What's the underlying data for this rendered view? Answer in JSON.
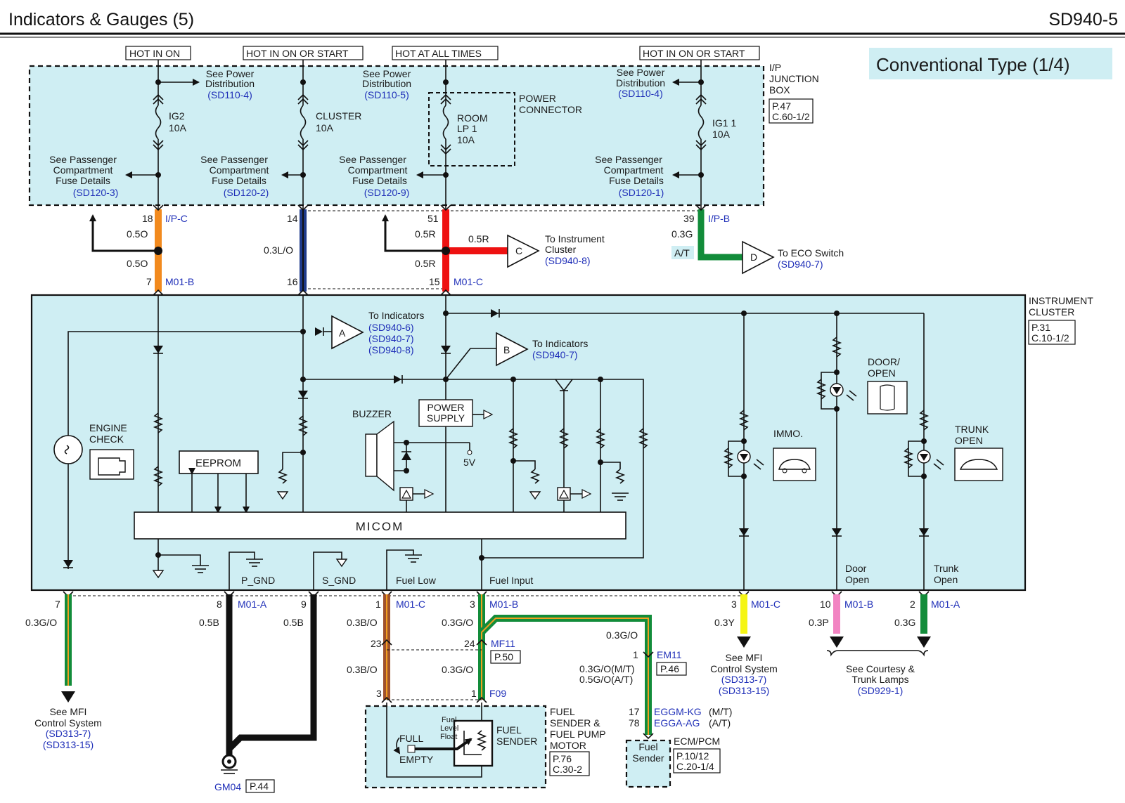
{
  "header": {
    "title": "Indicators & Gauges (5)",
    "code": "SD940-5"
  },
  "type_badge": "Conventional Type (1/4)",
  "power_labels": [
    "HOT IN ON",
    "HOT IN ON OR START",
    "HOT AT ALL TIMES",
    "HOT IN ON OR START"
  ],
  "junction_box": {
    "name_line1": "I/P",
    "name_line2": "JUNCTION",
    "name_line3": "BOX",
    "ref1": "P.47",
    "ref2": "C.60-1/2",
    "power_connector_line1": "POWER",
    "power_connector_line2": "CONNECTOR"
  },
  "see_power": {
    "line1": "See Power",
    "line2": "Distribution",
    "refs": [
      "(SD110-4)",
      "(SD110-5)",
      "(SD110-4)"
    ]
  },
  "see_fuse": {
    "line1": "See Passenger",
    "line2": "Compartment",
    "line3": "Fuse Details",
    "refs": [
      "(SD120-3)",
      "(SD120-2)",
      "(SD120-9)",
      "(SD120-1)"
    ]
  },
  "fuses": [
    {
      "name": "IG2",
      "rating": "10A"
    },
    {
      "name": "CLUSTER",
      "rating": "10A"
    },
    {
      "name_line1": "ROOM",
      "name_line2": "LP 1",
      "rating": "10A"
    },
    {
      "name": "IG1 1",
      "rating": "10A"
    }
  ],
  "top_pins": {
    "p18": "18",
    "ipc": "I/P-C",
    "p14": "14",
    "p51": "51",
    "p39": "39",
    "ipb": "I/P-B",
    "p7": "7",
    "m01b": "M01-B",
    "p16": "16",
    "p15": "15",
    "m01c": "M01-C"
  },
  "wire_labels": {
    "w05o_a": "0.5O",
    "w05o_b": "0.5O",
    "w03lo": "0.3L/O",
    "w05r_a": "0.5R",
    "w05r_b": "0.5R",
    "w05r_c": "0.5R",
    "w03g": "0.3G",
    "at": "A/T"
  },
  "connectors": {
    "C": {
      "letter": "C",
      "line1": "To Instrument",
      "line2": "Cluster",
      "ref": "(SD940-8)"
    },
    "D": {
      "letter": "D",
      "line1": "To ECO Switch",
      "ref": "(SD940-7)"
    },
    "A": {
      "letter": "A",
      "line1": "To Indicators",
      "refs": [
        "(SD940-6)",
        "(SD940-7)",
        "(SD940-8)"
      ]
    },
    "B": {
      "letter": "B",
      "line1": "To Indicators",
      "ref": "(SD940-7)"
    }
  },
  "cluster": {
    "name_line1": "INSTRUMENT",
    "name_line2": "CLUSTER",
    "ref1": "P.31",
    "ref2": "C.10-1/2",
    "engine_line1": "ENGINE",
    "engine_line2": "CHECK",
    "eeprom": "EEPROM",
    "buzzer": "BUZZER",
    "power_supply_line1": "POWER",
    "power_supply_line2": "SUPPLY",
    "v5": "5V",
    "micom": "MICOM",
    "immo": "IMMO.",
    "door_line1": "DOOR/",
    "door_line2": "OPEN",
    "trunk_line1": "TRUNK",
    "trunk_line2": "OPEN",
    "p_gnd": "P_GND",
    "s_gnd": "S_GND",
    "fuel_low": "Fuel Low",
    "fuel_input": "Fuel Input",
    "door_open_line1": "Door",
    "door_open_line2": "Open",
    "trunk_open_line1": "Trunk",
    "trunk_open_line2": "Open"
  },
  "bottom_pins": {
    "p7": "7",
    "p8": "8",
    "m01a": "M01-A",
    "p9": "9",
    "p1": "1",
    "m01c": "M01-C",
    "p3": "3",
    "m01b": "M01-B",
    "p3b": "3",
    "m01c_b": "M01-C",
    "p10": "10",
    "m01b_b": "M01-B",
    "p2": "2",
    "m01a_b": "M01-A"
  },
  "bottom_wires": {
    "w03go": "0.3G/O",
    "w05b_a": "0.5B",
    "w05b_b": "0.5B",
    "w03bo": "0.3B/O",
    "w03go_b": "0.3G/O",
    "w03go_c": "0.3G/O",
    "w03y": "0.3Y",
    "w03p": "0.3P",
    "w03g": "0.3G",
    "w03bo_b": "0.3B/O",
    "w03go_d": "0.3G/O",
    "w03go_mt": "0.3G/O(M/T)",
    "w05go_at": "0.5G/O(A/T)"
  },
  "mf11": {
    "p23": "23",
    "p24": "24",
    "name": "MF11",
    "ref": "P.50"
  },
  "em11": {
    "p1": "1",
    "name": "EM11",
    "ref": "P.46"
  },
  "f09": {
    "p3": "3",
    "p1": "1",
    "name": "F09"
  },
  "fuel_sender": {
    "name_line1": "FUEL",
    "name_line2": "SENDER &",
    "name_line3": "FUEL PUMP",
    "name_line4": "MOTOR",
    "ref1": "P.76",
    "ref2": "C.30-2",
    "float_line1": "Fuel",
    "float_line2": "Level",
    "float_line3": "Float",
    "full": "FULL",
    "empty": "EMPTY",
    "sender_line1": "FUEL",
    "sender_line2": "SENDER"
  },
  "ecm": {
    "p17": "17",
    "p78": "78",
    "conn_mt": "EGGM-KG",
    "mt": "(M/T)",
    "conn_at": "EGGA-AG",
    "at": "(A/T)",
    "name": "ECM/PCM",
    "ref1": "P.10/12",
    "ref2": "C.20-1/4",
    "fuel_line1": "Fuel",
    "fuel_line2": "Sender"
  },
  "mfi_left": {
    "line1": "See MFI",
    "line2": "Control System",
    "ref1": "(SD313-7)",
    "ref2": "(SD313-15)"
  },
  "mfi_right": {
    "line1": "See MFI",
    "line2": "Control System",
    "ref1": "(SD313-7)",
    "ref2": "(SD313-15)"
  },
  "courtesy": {
    "line1": "See Courtesy &",
    "line2": "Trunk Lamps",
    "ref": "(SD929-1)"
  },
  "ground": {
    "name": "GM04",
    "ref": "P.44"
  },
  "colors": {
    "orange": "#f28a1e",
    "blue_black": "#1e3a8a",
    "red": "#ee1111",
    "green": "#128c3a",
    "yellow": "#f5f514",
    "pink": "#f284c2",
    "brown": "#a0522d",
    "panel": "#cfeef3"
  }
}
